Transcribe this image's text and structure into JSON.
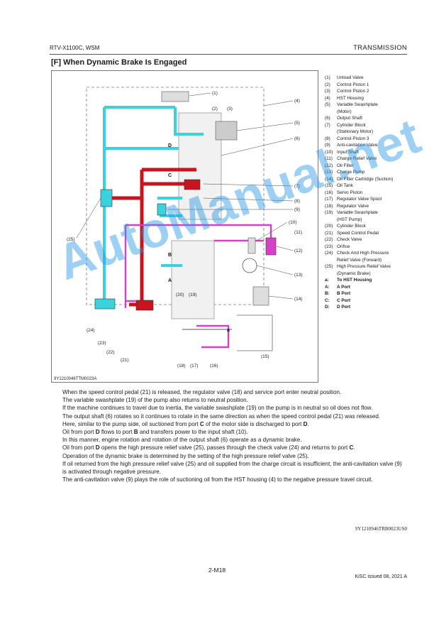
{
  "header": {
    "model": "RTV-X1100C, WSM",
    "section": "TRANSMISSION"
  },
  "section_title": "[F]  When Dynamic Brake Is Engaged",
  "diagram": {
    "figure_code": "9Y1210046TTM0023A",
    "callouts": [
      "(1)",
      "(2)",
      "(3)",
      "(4)",
      "(5)",
      "(6)",
      "(7)",
      "(8)",
      "(9)",
      "(10)",
      "(11)",
      "(12)",
      "(13)",
      "(14)",
      "(15)",
      "(16)",
      "(17)",
      "(18)",
      "(19)",
      "(20)",
      "(21)",
      "(22)",
      "(23)",
      "(24)",
      "(25)"
    ],
    "ports": [
      "a",
      "A",
      "B",
      "C",
      "D"
    ],
    "colors": {
      "cyan": "#39d3e0",
      "red": "#c8141e",
      "magenta": "#d640c8",
      "grey": "#8a8a8a"
    }
  },
  "legend": [
    {
      "num": "(1)",
      "text": "Unload Valve"
    },
    {
      "num": "(2)",
      "text": "Control Piston 1"
    },
    {
      "num": "(3)",
      "text": "Control Piston 2"
    },
    {
      "num": "(4)",
      "text": "HST Housing"
    },
    {
      "num": "(5)",
      "text": "Variable Swashplate",
      "sub": "(Motor)"
    },
    {
      "num": "(6)",
      "text": "Output Shaft"
    },
    {
      "num": "(7)",
      "text": "Cylinder Block",
      "sub": "(Stationary Motor)"
    },
    {
      "num": "(8)",
      "text": "Control Piston 3"
    },
    {
      "num": "(9)",
      "text": "Anti-cavitation Valve"
    },
    {
      "num": "(10)",
      "text": "Input Shaft"
    },
    {
      "num": "(11)",
      "text": "Charge Relief Valve"
    },
    {
      "num": "(12)",
      "text": "Oil Filter"
    },
    {
      "num": "(13)",
      "text": "Charge Pump"
    },
    {
      "num": "(14)",
      "text": "Oil Filter Cartridge (Suction)"
    },
    {
      "num": "(15)",
      "text": "Oil Tank"
    },
    {
      "num": "(16)",
      "text": "Servo Piston"
    },
    {
      "num": "(17)",
      "text": "Regulator Valve Spool"
    },
    {
      "num": "(18)",
      "text": "Regulator Valve"
    },
    {
      "num": "(19)",
      "text": "Variable Swashplate",
      "sub": "(HST Pump)"
    },
    {
      "num": "(20)",
      "text": "Cylinder Block"
    },
    {
      "num": "(21)",
      "text": "Speed Control Pedal"
    },
    {
      "num": "(22)",
      "text": "Check Valve"
    },
    {
      "num": "(23)",
      "text": "Orifice"
    },
    {
      "num": "(24)",
      "text": "Check And High Pressure",
      "sub": "Relief Valve (Forward)"
    },
    {
      "num": "(25)",
      "text": "High Pressure Relief Valve",
      "sub": "(Dynamic Brake)"
    }
  ],
  "ports_legend": [
    {
      "num": "a:",
      "text": "To HST Housing"
    },
    {
      "num": "A:",
      "text": "A Port"
    },
    {
      "num": "B:",
      "text": "B Port"
    },
    {
      "num": "C:",
      "text": "C Port"
    },
    {
      "num": "D:",
      "text": "D Port"
    }
  ],
  "body": {
    "p1": "When the speed control pedal (21) is released, the regulator valve (18) and service port enter neutral position.",
    "p2": "The variable swashplate (19) of the pump also returns to neutral position.",
    "p3": "If the machine continues to travel due to inertia, the variable swashplate (19) on the pump is in neutral so oil does not flow.",
    "p4": "The output shaft (6) rotates so it continues to rotate in the same direction as when the speed control pedal (21) was released.",
    "p5a": "Here, similar to the pump side, oil suctioned from port ",
    "p5b": "C",
    "p5c": " of the motor side is discharged to port ",
    "p5d": "D",
    "p5e": ".",
    "p6a": "Oil from port ",
    "p6b": "D",
    "p6c": " flows to port ",
    "p6d": "B",
    "p6e": " and transfers power to the input shaft (10).",
    "p7": "In this manner, engine rotation and rotation of the output shaft (6) operate as a dynamic brake.",
    "p8a": "Oil from port ",
    "p8b": "D",
    "p8c": " opens the high pressure relief valve (25), passes through the check valve (24) and returns to port ",
    "p8d": "C",
    "p8e": ".",
    "p9": "Operation of the dynamic brake is determined by the setting of the high pressure relief valve (25).",
    "p10": "If oil returned from the high pressure relief valve (25) and oil supplied from the charge circuit is insufficient, the anti-cavitation valve (9) is activated through negative pressure.",
    "p11": "The anti-cavitation valve (9) plays the role of suctioning oil from the HST housing (4) to the negative pressure travel circuit."
  },
  "doc_code": "9Y1210946TRB0023US0",
  "page_number": "2-M18",
  "footer": "KiSC issued 08, 2021 A",
  "watermark": "AutoManual.net"
}
